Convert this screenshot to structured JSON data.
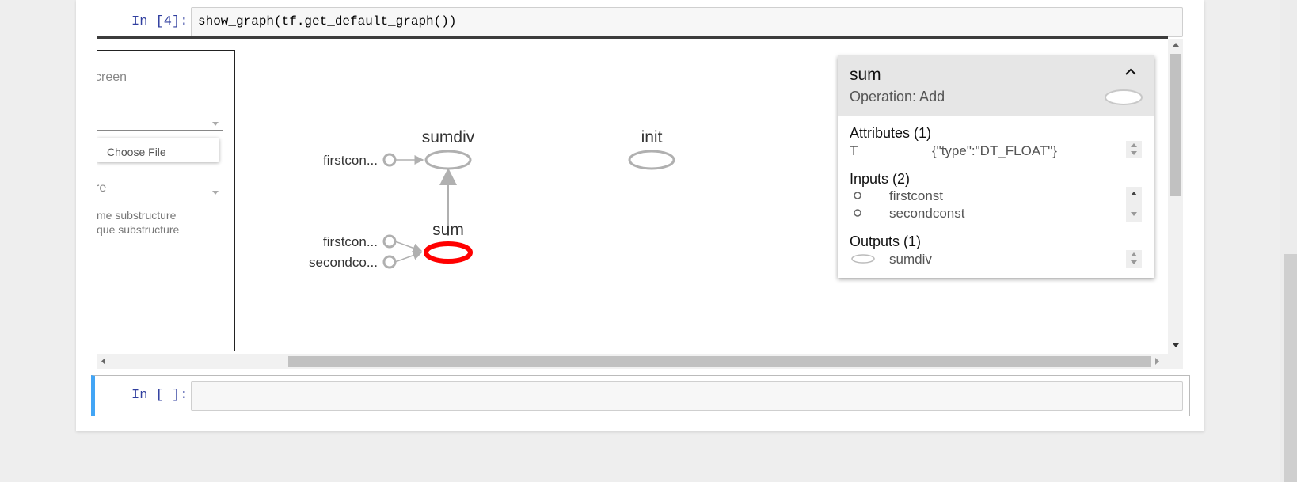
{
  "cell1": {
    "prompt": "In [4]:",
    "code": "show_graph(tf.get_default_graph())"
  },
  "cell2": {
    "prompt": "In [ ]:",
    "code": ""
  },
  "control_panel": {
    "screen_text": "creen",
    "choose_file_label": "Choose File",
    "structure_text": "re",
    "same_substructure": "me substructure",
    "unique_substructure": "que substructure"
  },
  "graph": {
    "nodes": {
      "sumdiv": "sumdiv",
      "init": "init",
      "sum": "sum",
      "firstconst_top": "firstcon...",
      "firstconst_bottom": "firstcon...",
      "secondconst": "secondco..."
    },
    "colors": {
      "node_stroke": "#b0b0b0",
      "selected_stroke": "#ff0000",
      "label": "#333333"
    }
  },
  "info_card": {
    "title": "sum",
    "operation": "Operation: Add",
    "attributes_header": "Attributes (1)",
    "attributes": [
      {
        "key": "T",
        "value": "{\"type\":\"DT_FLOAT\"}"
      }
    ],
    "inputs_header": "Inputs (2)",
    "inputs": [
      "firstconst",
      "secondconst"
    ],
    "outputs_header": "Outputs (1)",
    "outputs": [
      "sumdiv"
    ]
  },
  "accent_color": "#42a5f5",
  "prompt_color": "#303f9f"
}
